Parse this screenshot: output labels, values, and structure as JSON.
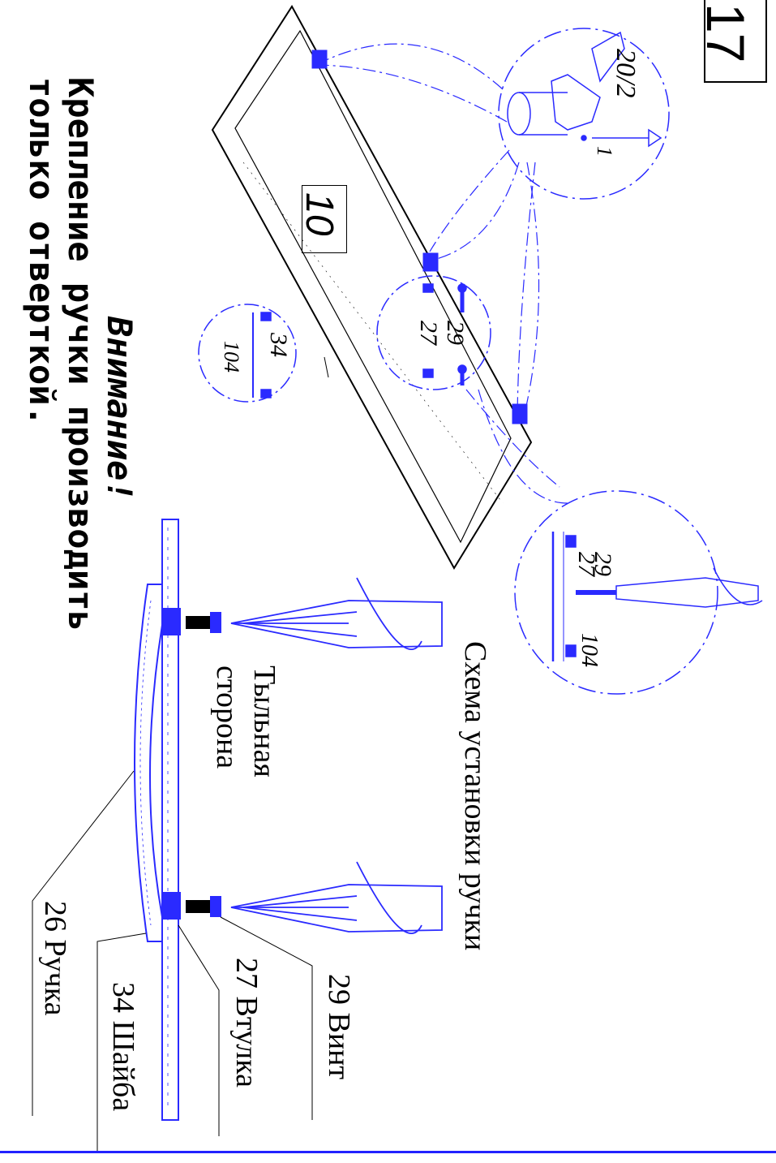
{
  "step_number": "17",
  "part_number": "10",
  "warning": {
    "title": "Внимание!",
    "line1": "Крепление ручки производить",
    "line2": "только отверткой."
  },
  "scheme_title": "Схема установки ручки",
  "back_side_line1": "Тыльная",
  "back_side_line2": "сторона",
  "callouts": {
    "hinge_part": "20/2",
    "hinge_screw": "1",
    "detail_a_top": "29",
    "detail_a_bottom": "27",
    "detail_b_top": "34",
    "detail_b_bottom": "104",
    "detail_c_top": "29",
    "detail_c_mid": "27",
    "detail_c_bottom": "104"
  },
  "legend": [
    {
      "label": "29 Винт"
    },
    {
      "label": "27 Втулка"
    },
    {
      "label": "34 Шайба"
    },
    {
      "label": "26 Ручка"
    }
  ],
  "colors": {
    "line": "#2a2aff",
    "ink": "#000000"
  }
}
